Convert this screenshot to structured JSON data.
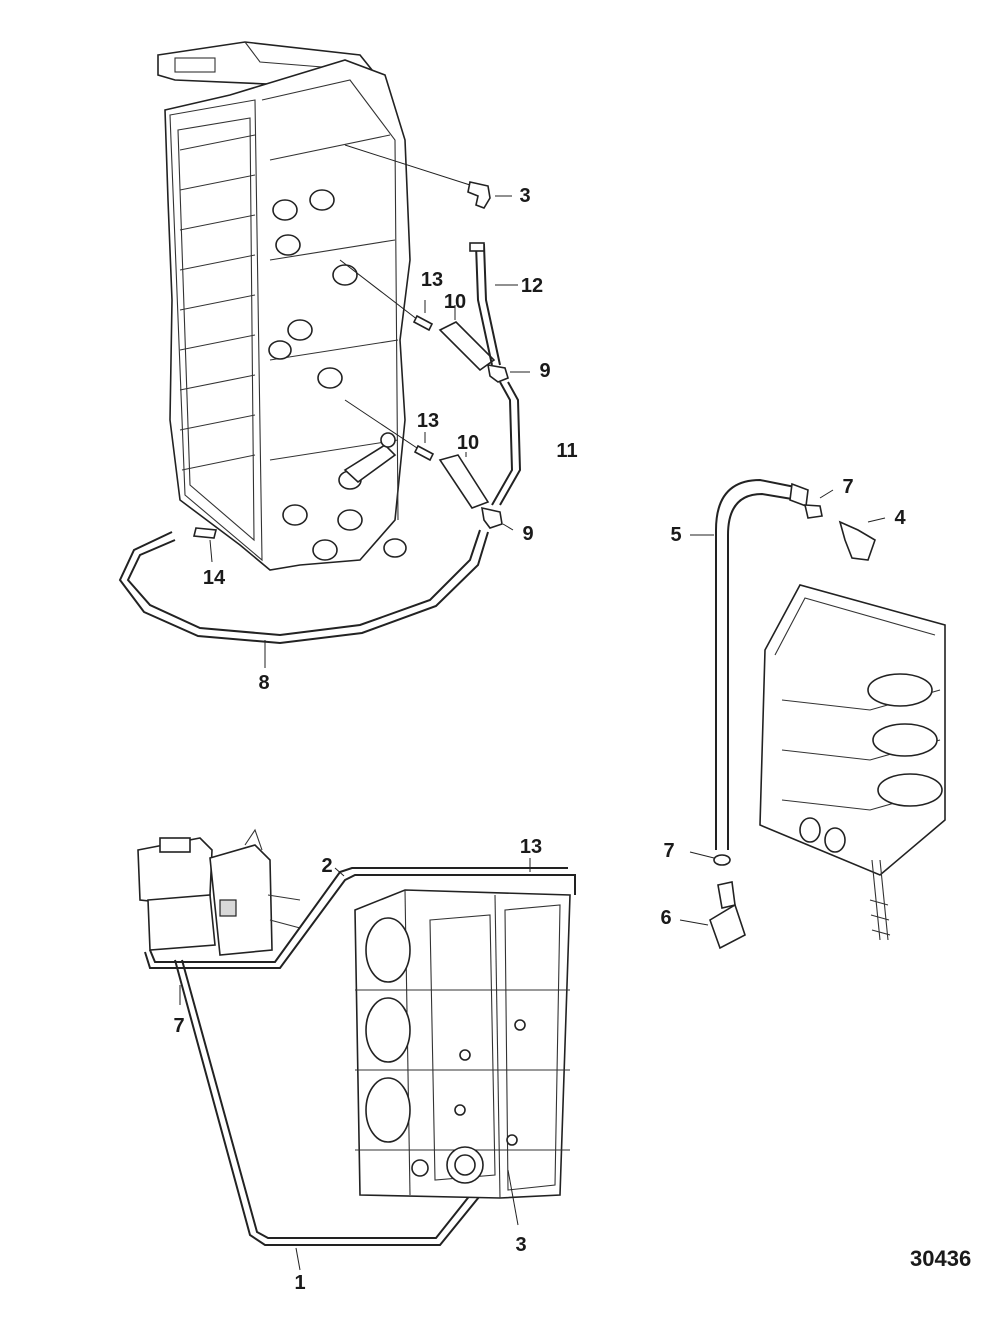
{
  "figure": {
    "id": "30436"
  },
  "callouts": {
    "c1": "1",
    "c2": "2",
    "c3_top": "3",
    "c3_bottom": "3",
    "c4": "4",
    "c5": "5",
    "c6": "6",
    "c7_right_top": "7",
    "c7_right_bottom": "7",
    "c7_left": "7",
    "c8": "8",
    "c9_upper": "9",
    "c9_lower": "9",
    "c10_upper": "10",
    "c10_lower": "10",
    "c11": "11",
    "c12": "12",
    "c13_upper": "13",
    "c13_lower": "13",
    "c13_bottom": "13",
    "c14": "14"
  }
}
